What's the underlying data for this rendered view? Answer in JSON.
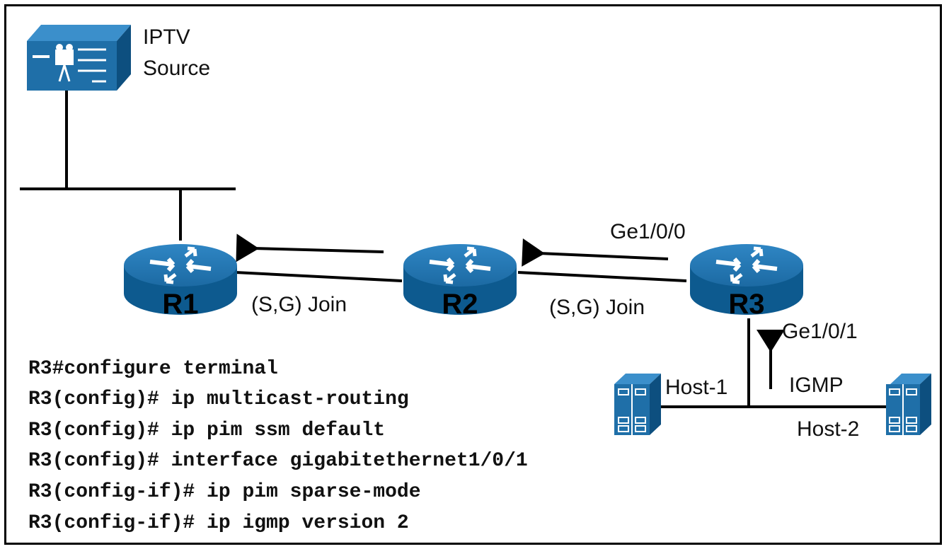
{
  "source": {
    "line1": "IPTV",
    "line2": "Source"
  },
  "routers": [
    "R1",
    "R2",
    "R3"
  ],
  "labels": {
    "join_r1_r2": "(S,G) Join",
    "join_r2_r3": "(S,G) Join",
    "ge_upstream": "Ge1/0/0",
    "ge_downstream": "Ge1/0/1",
    "igmp": "IGMP",
    "host1": "Host-1",
    "host2": "Host-2"
  },
  "config": [
    "R3#configure terminal",
    "R3(config)# ip multicast-routing",
    "R3(config)# ip pim ssm default",
    "R3(config)# interface gigabitethernet1/0/1",
    "R3(config-if)# ip pim sparse-mode",
    "R3(config-if)# ip igmp version 2"
  ],
  "colors": {
    "device_blue": "#1f6fa8",
    "device_dark": "#0d4f7f",
    "line": "#000000"
  }
}
